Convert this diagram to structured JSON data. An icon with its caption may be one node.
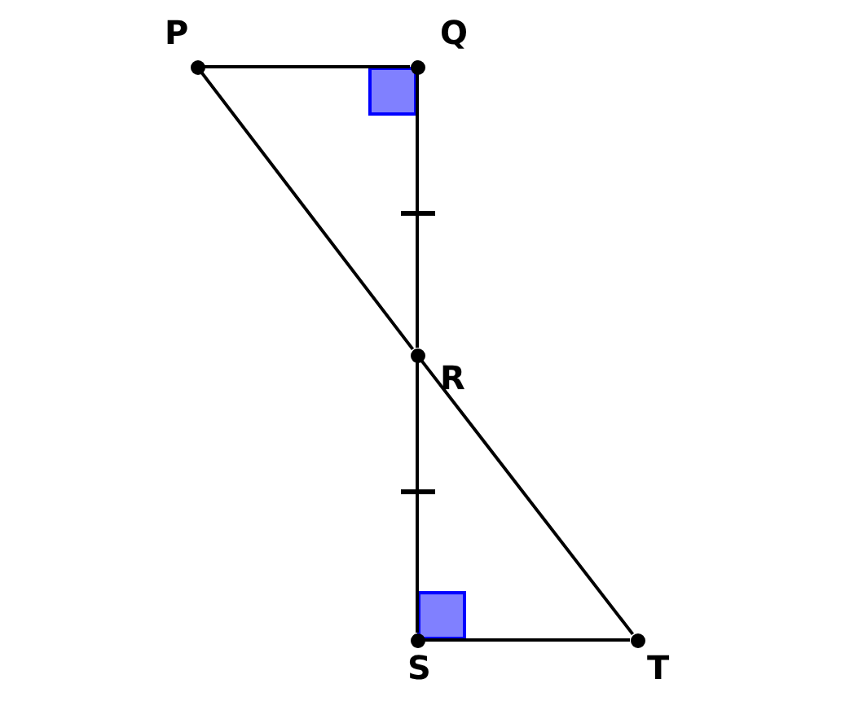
{
  "diagram": {
    "nodes": [
      {
        "text": [],
        "shape": "circle",
        "beside": [
          "P"
        ]
      },
      {
        "text": [],
        "shape": "circle",
        "beside": [
          "Q"
        ]
      },
      {
        "text": [],
        "shape": "circle",
        "beside": [
          "R"
        ]
      },
      {
        "text": [],
        "shape": "circle",
        "beside": [
          "S"
        ]
      },
      {
        "text": [],
        "shape": "circle",
        "beside": [
          "T"
        ]
      }
    ],
    "edges": [
      {
        "from": 0,
        "to": 1,
        "arrow": "none"
      },
      {
        "from": 1,
        "to": 2,
        "arrow": "none"
      },
      {
        "from": 2,
        "to": 3,
        "arrow": "none"
      },
      {
        "from": 3,
        "to": 4,
        "arrow": "none"
      },
      {
        "from": 0,
        "to": 2,
        "arrow": "none"
      },
      {
        "from": 2,
        "to": 4,
        "arrow": "none"
      }
    ]
  }
}
